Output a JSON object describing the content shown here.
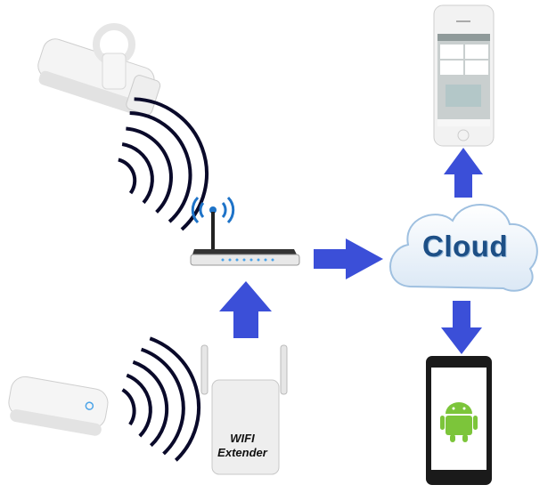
{
  "cloud": {
    "label": "Cloud"
  },
  "extender": {
    "line1": "WIFI",
    "line2": "Extender"
  },
  "colors": {
    "arrow": "#3b4fd8",
    "waves": "#0a0a2a",
    "cloud_text": "#1d4f86",
    "router_wifi": "#1e73c8",
    "android": "#7cc53a"
  }
}
